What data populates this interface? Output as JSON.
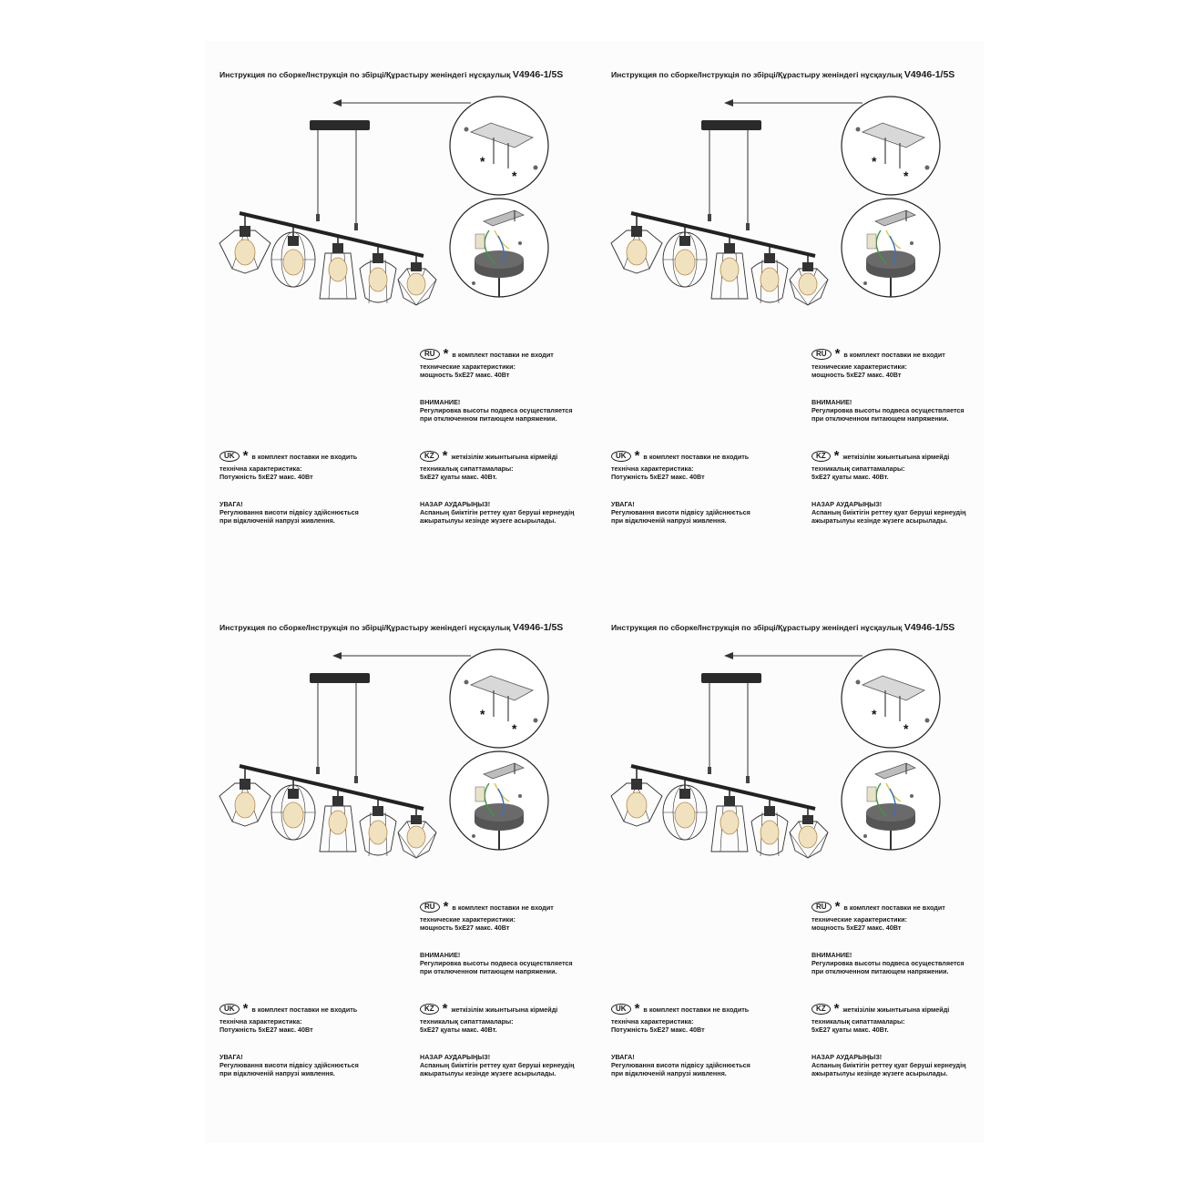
{
  "document": {
    "title": "Инструкция по сборке/Інструкція по збірці/Құрастыру женіндегі нұсқаулық",
    "model": "V4946-1/5S",
    "ru": {
      "badge": "RU",
      "not_included": "в комплект поставки не входит",
      "specs_heading": "технические характеристики:",
      "specs_value": "мощность 5хЕ27 макс. 40Вт",
      "warning_heading": "ВНИМАНИЕ!",
      "warning_line1": "Регулировка высоты подвеса осуществляется",
      "warning_line2": "при отключенном питающем напряжении."
    },
    "uk": {
      "badge": "UK",
      "not_included": "в комплект поставки не входить",
      "specs_heading": "технічна характеристика:",
      "specs_value": "Потужність 5хЕ27 макс. 40Вт",
      "warning_heading": "УВАГА!",
      "warning_line1": "Регулювання висоти підвісу здійснюється",
      "warning_line2": "при відключеній напрузі живлення."
    },
    "kz": {
      "badge": "KZ",
      "not_included": "жеткізілім жиынтығына кірмейді",
      "specs_heading": "техникалық сипаттамалары:",
      "specs_value": "5хЕ27 қуаты макс. 40Вт.",
      "warning_heading": "НАЗАР АУДАРЫҢЫЗ!",
      "warning_line1": "Аспаның биіктігін реттеу қуат беруші кернеудің",
      "warning_line2": "ажыратылуы кезінде жүзеге асырылады."
    },
    "star_symbol": "*"
  },
  "colors": {
    "ink": "#1a1a1a",
    "brass": "#d8b066",
    "bulb_glow": "#f1e2bf",
    "canopy": "#555555",
    "wire_green": "#3c9a3c",
    "wire_yellow": "#d9c84a",
    "wire_blue": "#3a6fc4"
  },
  "icons": [
    "arrow-left-icon",
    "chandelier-illustration",
    "mounting-bracket-detail",
    "wiring-detail"
  ]
}
